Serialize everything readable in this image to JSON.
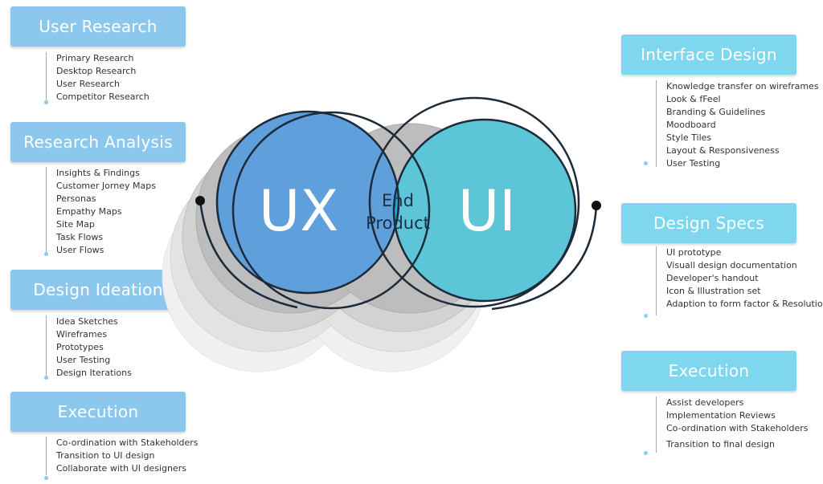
{
  "left": [
    {
      "title": "User Research",
      "items": [
        "Primary Research",
        "Desktop Research",
        "User Research",
        "Competitor Research"
      ]
    },
    {
      "title": "Research Analysis",
      "items": [
        "Insights & Findings",
        "Customer Jorney Maps",
        "Personas",
        "Empathy Maps",
        "Site Map",
        "Task Flows",
        "User Flows"
      ]
    },
    {
      "title": "Design Ideation",
      "items": [
        "Idea Sketches",
        "Wireframes",
        "Prototypes",
        "User Testing",
        "Design Iterations"
      ]
    },
    {
      "title": "Execution",
      "items": [
        "Co-ordination with Stakeholders",
        "Transition to UI design",
        "Collaborate with UI designers"
      ]
    }
  ],
  "right": [
    {
      "title": "Interface Design",
      "items": [
        "Knowledge transfer on wireframes",
        "Look & fFeel",
        "Branding & Guidelines",
        "Moodboard",
        "Style Tiles",
        "Layout & Responsiveness",
        "User Testing"
      ]
    },
    {
      "title": "Design Specs",
      "items": [
        "UI prototype",
        "Visuall design documentation",
        "Developer's handout",
        "Icon & Illustration set",
        "Adaption to form factor & Resolutions"
      ]
    },
    {
      "title": "Execution",
      "items": [
        "Assist developers",
        "Implementation Reviews",
        "Co-ordination with Stakeholders",
        "Transition to final design"
      ]
    }
  ],
  "venn": {
    "ux_label": "UX",
    "ui_label": "UI",
    "center_line1": "End",
    "center_line2": "Product",
    "ux_color": "#5f9fdc",
    "ui_color": "#5cc6d8",
    "overlap_color": "#2ba3cf"
  }
}
